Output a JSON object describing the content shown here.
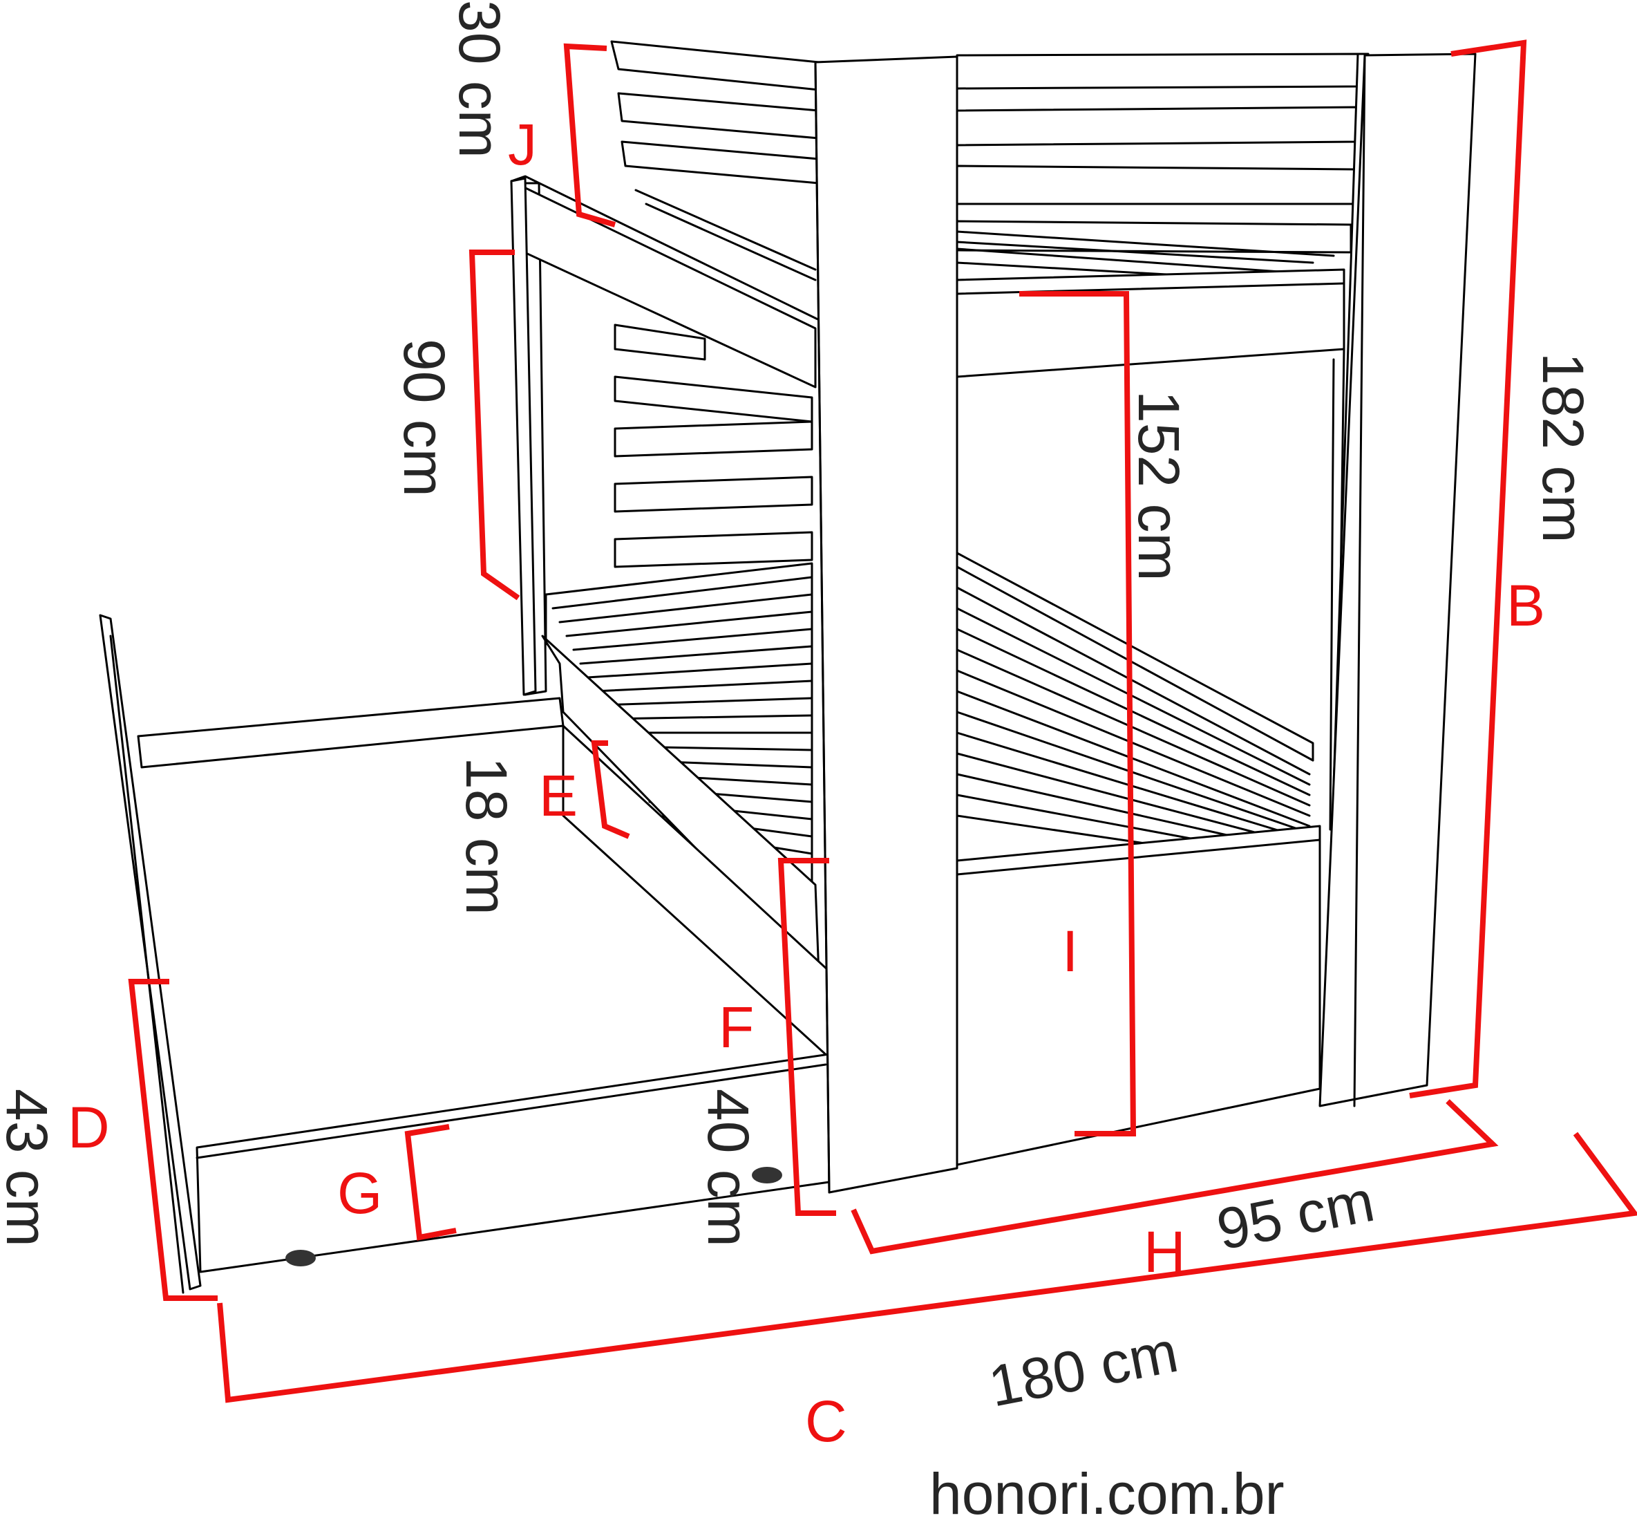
{
  "measurements": {
    "J": "30 cm",
    "A": "90 cm",
    "E": "18 cm",
    "D": "43 cm",
    "F": "40 cm",
    "I": "152 cm",
    "B": "182 cm",
    "H": "95 cm",
    "C": "180 cm"
  },
  "letters": {
    "J": "J",
    "E": "E",
    "D": "D",
    "G": "G",
    "F": "F",
    "I": "I",
    "B": "B",
    "H": "H",
    "C": "C"
  },
  "website": "honori.com.br",
  "colors": {
    "dimension": "#ee1111",
    "text": "#262626",
    "outline": "#000000"
  }
}
